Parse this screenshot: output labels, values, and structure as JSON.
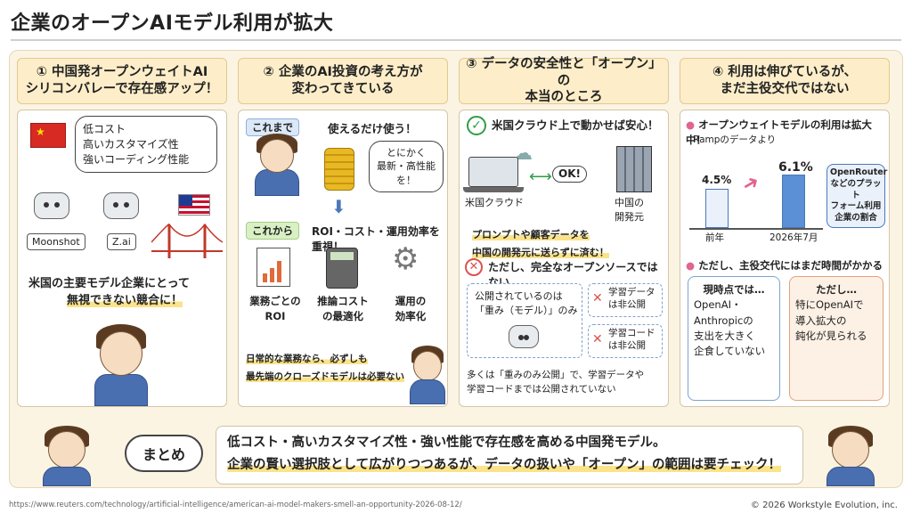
{
  "title": "企業のオープンAIモデル利用が拡大",
  "panels": [
    {
      "heading_line1": "① 中国発オープンウェイトAI",
      "heading_line2": "シリコンバレーで存在感アップ！"
    },
    {
      "heading_line1": "② 企業のAI投資の考え方が",
      "heading_line2": "変わってきている"
    },
    {
      "heading_line1": "③ データの安全性と「オープン」の",
      "heading_line2": "本当のところ"
    },
    {
      "heading_line1": "④ 利用は伸びているが、",
      "heading_line2": "まだ主役交代ではない"
    }
  ],
  "panel1": {
    "features": [
      "低コスト",
      "高いカスタマイズ性",
      "強いコーディング性能"
    ],
    "robot_labels": [
      "Moonshot",
      "Z.ai"
    ],
    "note_line1": "米国の主要モデル企業にとって",
    "note_line2": "無視できない競合に！"
  },
  "panel2": {
    "before_label": "これまで",
    "before_text": "使えるだけ使う！",
    "before_bubble_line1": "とにかく",
    "before_bubble_line2": "最新・高性能を！",
    "after_label": "これから",
    "after_text": "ROI・コスト・運用効率を重視！",
    "items": [
      {
        "line1": "業務ごとの",
        "line2": "ROI"
      },
      {
        "line1": "推論コスト",
        "line2": "の最適化"
      },
      {
        "line1": "運用の",
        "line2": "効率化"
      }
    ],
    "note_line1": "日常的な業務なら、必ずしも",
    "note_line2": "最先端のクローズドモデルは必要ない"
  },
  "panel3": {
    "check_text": "米国クラウド上で動かせば安心！",
    "ok_label": "OK!",
    "left_label": "米国クラウド",
    "right_label_line1": "中国の",
    "right_label_line2": "開発元",
    "note_line1": "プロンプトや顧客データを",
    "note_line2": "中国の開発元に送らずに済む！",
    "caution_text": "ただし、完全なオープンソースではない",
    "public_line1": "公開されているのは",
    "public_line2": "「重み（モデル）」のみ",
    "private_items": [
      {
        "line1": "学習データ",
        "line2": "は非公開"
      },
      {
        "line1": "学習コード",
        "line2": "は非公開"
      }
    ],
    "bottom_line1": "多くは「重みのみ公開」で、学習データや",
    "bottom_line2": "学習コードまでは公開されていない"
  },
  "panel4": {
    "point1": "オープンウェイトモデルの利用は拡大中！",
    "source": "Rampのデータより",
    "chart_data": {
      "type": "bar",
      "categories": [
        "前年",
        "2026年7月"
      ],
      "values": [
        4.5,
        6.1
      ],
      "value_labels": [
        "4.5%",
        "6.1%"
      ],
      "title": "",
      "xlabel": "",
      "ylabel": ""
    },
    "callout_line1": "OpenRouter",
    "callout_line2": "などのプラット",
    "callout_line3": "フォーム利用",
    "callout_line4": "企業の割合",
    "point2": "ただし、主役交代にはまだ時間がかかる",
    "box1_title": "現時点では…",
    "box1_line1": "OpenAI・",
    "box1_line2": "Anthropicの",
    "box1_line3": "支出を大きく",
    "box1_line4": "企食していない",
    "box2_title": "ただし…",
    "box2_line1": "特にOpenAIで",
    "box2_line2": "導入拡大の",
    "box2_line3": "鈍化が見られる"
  },
  "summary": {
    "label": "まとめ",
    "line1": "低コスト・高いカスタマイズ性・強い性能で存在感を高める中国発モデル。",
    "line2": "企業の賢い選択肢として広がりつつあるが、データの扱いや「オープン」の範囲は要チェック！"
  },
  "footer": {
    "url": "https://www.reuters.com/technology/artificial-intelligence/american-ai-model-makers-smell-an-opportunity-2026-08-12/",
    "copyright": "© 2026 Workstyle Evolution, inc."
  },
  "colors": {
    "accent_blue": "#4b78b8",
    "highlight_yellow": "#fbe38a",
    "panel_cream": "#fbf4e3",
    "caution_red": "#d9534f",
    "check_green": "#2e9e44"
  }
}
